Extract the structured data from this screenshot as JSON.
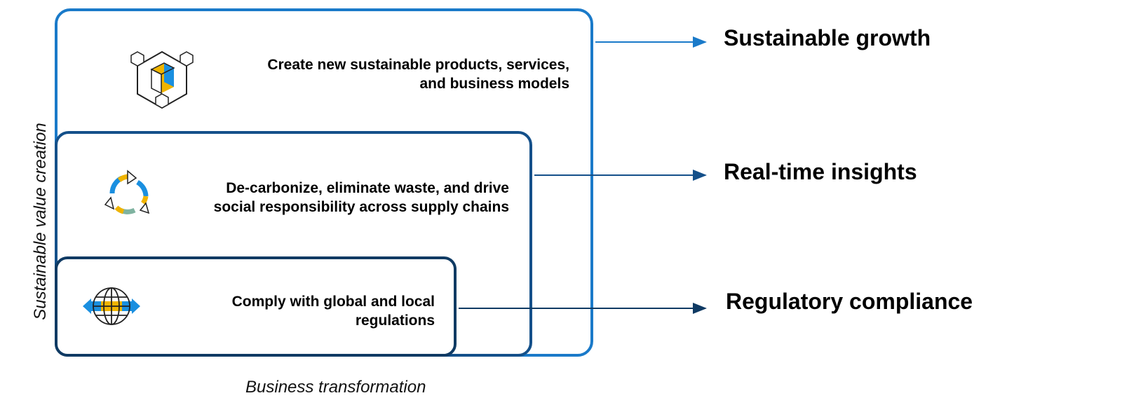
{
  "axes": {
    "vertical_label": "Sustainable value creation",
    "horizontal_label": "Business transformation"
  },
  "layers": [
    {
      "icon": "hexagon-cube-icon",
      "description_lines": [
        "Create new sustainable products, services,",
        "and business models"
      ],
      "outcome": "Sustainable growth",
      "color": "#1a7ac9"
    },
    {
      "icon": "recycle-arrows-icon",
      "description_lines": [
        "De-carbonize, eliminate waste, and drive",
        "social responsibility across supply chains"
      ],
      "outcome": "Real-time insights",
      "color": "#14508a"
    },
    {
      "icon": "globe-arrows-icon",
      "description_lines": [
        "Comply  with global and local",
        "regulations"
      ],
      "outcome": "Regulatory  compliance",
      "color": "#0f3a63"
    }
  ],
  "icon_colors": {
    "blue": "#1a8fe0",
    "gold": "#f0b400",
    "teal": "#7fb3a0"
  }
}
